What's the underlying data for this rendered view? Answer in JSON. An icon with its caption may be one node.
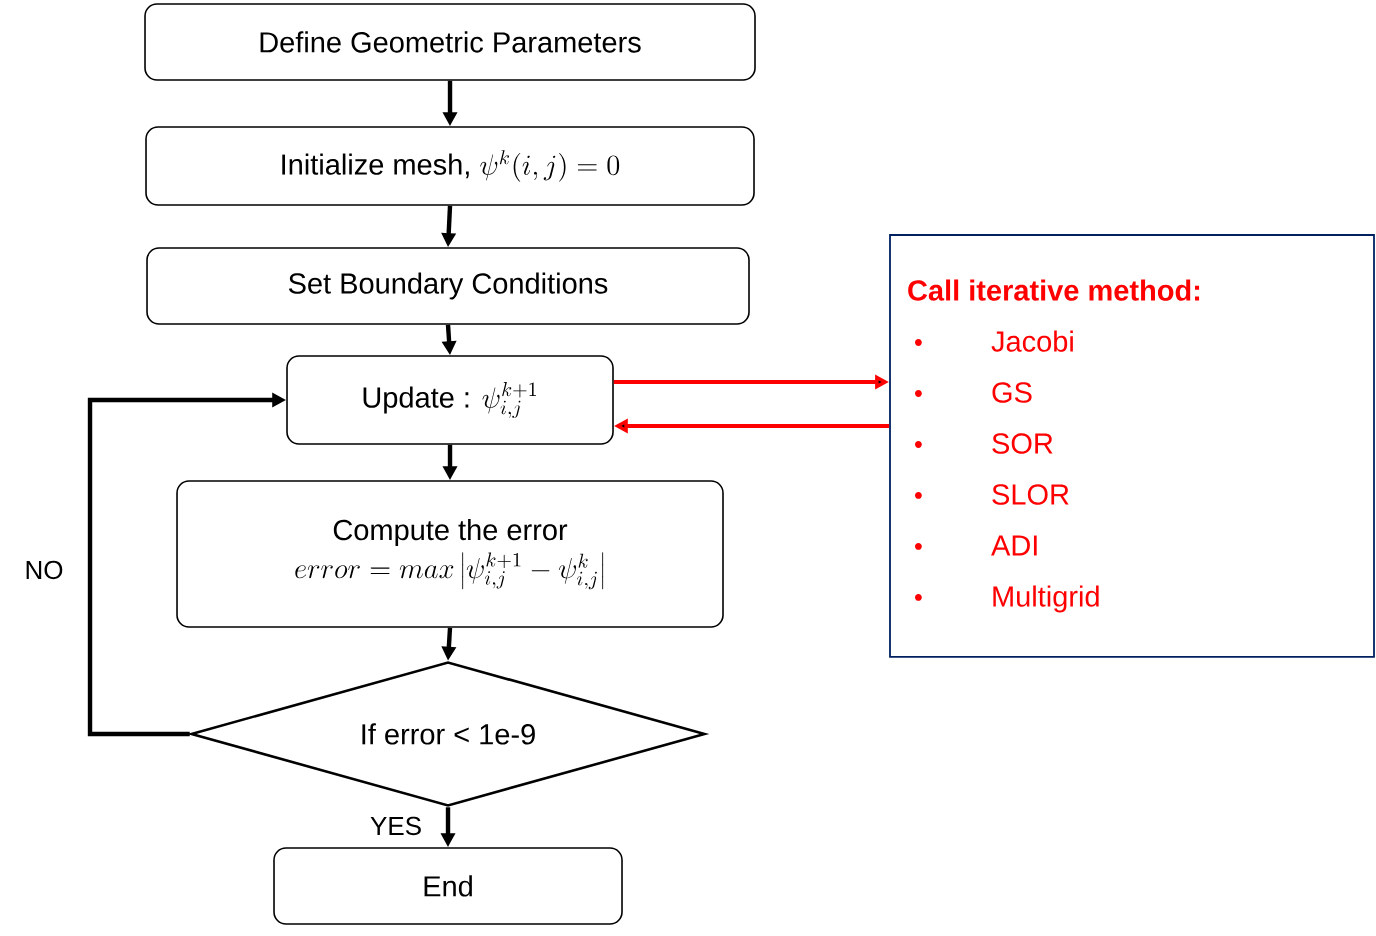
{
  "diagram": {
    "nodes": [
      {
        "text": [
          "Define Geometric Parameters"
        ]
      },
      {
        "text": [
          "Initialize mesh,",
          "\\psi^{k}(i,j) = 0"
        ]
      },
      {
        "text": [
          "Set Boundary Conditions"
        ]
      },
      {
        "text": [
          "Update :",
          "\\psi_{i,j}^{k+1}"
        ]
      },
      {
        "text": [
          "Compute the error",
          "error = max\\left|\\psi_{i,j}^{k+1} - \\psi_{i,j}^{k}\\right|"
        ]
      },
      {
        "text": [
          "If error < 1e-9"
        ]
      },
      {
        "text": [
          "End"
        ]
      },
      {
        "text": [
          "Call iterative method:",
          "Jacobi",
          "GS",
          "SOR",
          "SLOR",
          "ADI",
          "Multigrid"
        ]
      }
    ],
    "edges": [
      {
        "from": 0,
        "to": 1,
        "arrow": "to"
      },
      {
        "from": 1,
        "to": 2,
        "arrow": "to"
      },
      {
        "from": 2,
        "to": 3,
        "arrow": "to"
      },
      {
        "from": 3,
        "to": 4,
        "arrow": "to"
      },
      {
        "from": 4,
        "to": 5,
        "arrow": "to"
      },
      {
        "from": 5,
        "to": 6,
        "arrow": "to",
        "label": "YES"
      },
      {
        "from": 5,
        "to": 3,
        "arrow": "to",
        "label": "NO"
      },
      {
        "from": 3,
        "to": 7,
        "arrow": "to",
        "color": "#ff0000"
      },
      {
        "from": 7,
        "to": 3,
        "arrow": "to",
        "color": "#ff0000"
      }
    ]
  }
}
